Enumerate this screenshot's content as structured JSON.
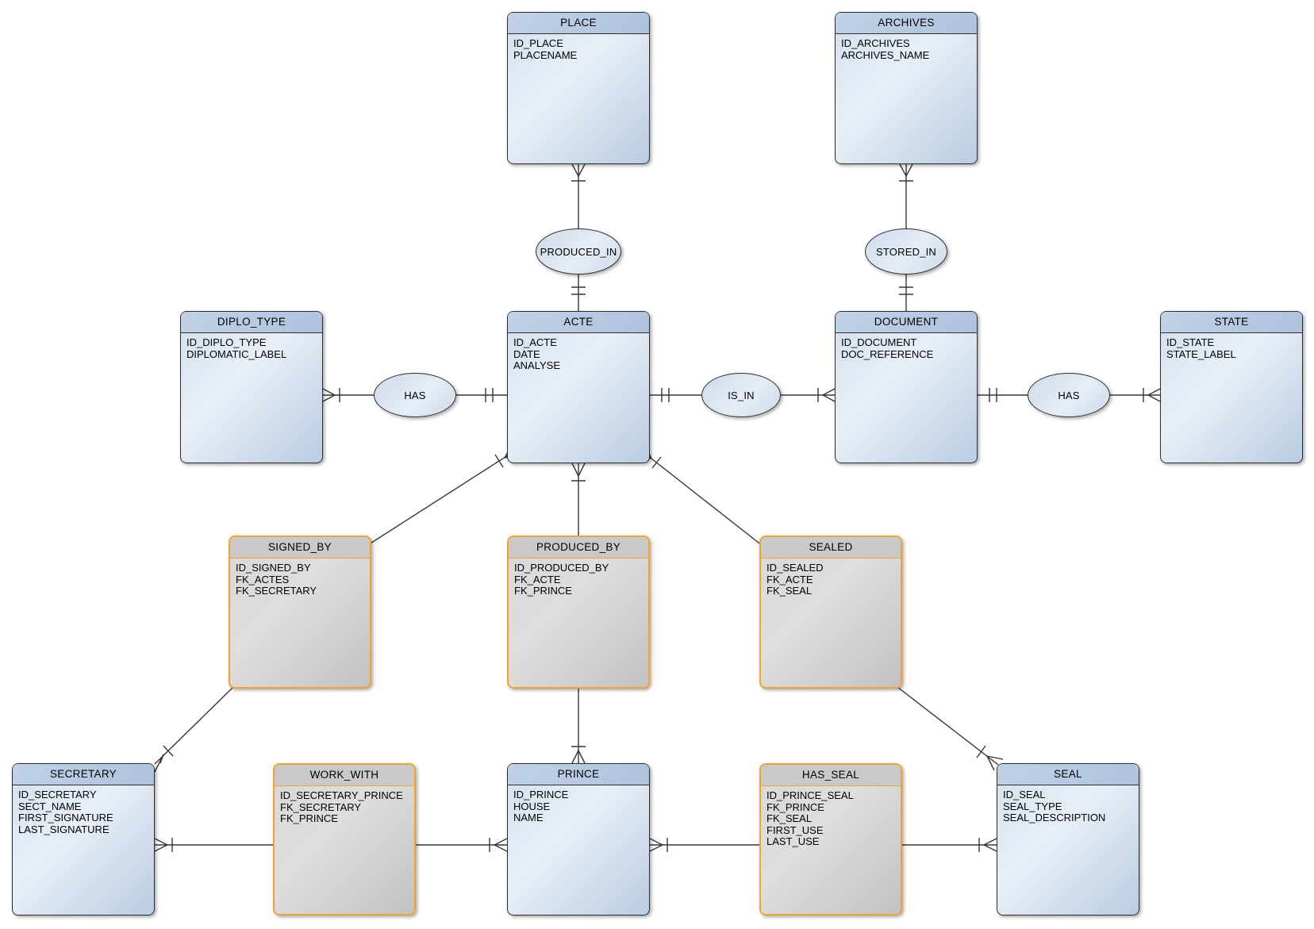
{
  "entities": {
    "place": {
      "title": "PLACE",
      "attrs": [
        "ID_PLACE",
        "PLACENAME"
      ]
    },
    "archives": {
      "title": "ARCHIVES",
      "attrs": [
        "ID_ARCHIVES",
        "ARCHIVES_NAME"
      ]
    },
    "diplo_type": {
      "title": "DIPLO_TYPE",
      "attrs": [
        "ID_DIPLO_TYPE",
        "DIPLOMATIC_LABEL"
      ]
    },
    "acte": {
      "title": "ACTE",
      "attrs": [
        "ID_ACTE",
        "DATE",
        "ANALYSE"
      ]
    },
    "document": {
      "title": "DOCUMENT",
      "attrs": [
        "ID_DOCUMENT",
        "DOC_REFERENCE"
      ]
    },
    "state": {
      "title": "STATE",
      "attrs": [
        "ID_STATE",
        "STATE_LABEL"
      ]
    },
    "signed_by": {
      "title": "SIGNED_BY",
      "attrs": [
        "ID_SIGNED_BY",
        "FK_ACTES",
        "FK_SECRETARY"
      ]
    },
    "produced_by": {
      "title": "PRODUCED_BY",
      "attrs": [
        "ID_PRODUCED_BY",
        "FK_ACTE",
        "FK_PRINCE"
      ]
    },
    "sealed": {
      "title": "SEALED",
      "attrs": [
        "ID_SEALED",
        "FK_ACTE",
        "FK_SEAL"
      ]
    },
    "secretary": {
      "title": "SECRETARY",
      "attrs": [
        "ID_SECRETARY",
        "SECT_NAME",
        "FIRST_SIGNATURE",
        "LAST_SIGNATURE"
      ]
    },
    "work_with": {
      "title": "WORK_WITH",
      "attrs": [
        "ID_SECRETARY_PRINCE",
        "FK_SECRETARY",
        "FK_PRINCE"
      ]
    },
    "prince": {
      "title": "PRINCE",
      "attrs": [
        "ID_PRINCE",
        "HOUSE",
        "NAME"
      ]
    },
    "has_seal": {
      "title": "HAS_SEAL",
      "attrs": [
        "ID_PRINCE_SEAL",
        "FK_PRINCE",
        "FK_SEAL",
        "FIRST_USE",
        "LAST_USE"
      ]
    },
    "seal": {
      "title": "SEAL",
      "attrs": [
        "ID_SEAL",
        "SEAL_TYPE",
        "SEAL_DESCRIPTION"
      ]
    }
  },
  "relationships": {
    "produced_in": {
      "label": "PRODUCED_IN"
    },
    "stored_in": {
      "label": "STORED_IN"
    },
    "has_diplo": {
      "label": "HAS"
    },
    "is_in": {
      "label": "IS_IN"
    },
    "has_state": {
      "label": "HAS"
    }
  },
  "colors": {
    "background": "#ffffff",
    "text": "#000000",
    "line": "#363636",
    "entity-border": "#2e2e2e",
    "entity-header-a": "#c1d2e7",
    "entity-header-b": "#adc2dc",
    "entity-body-a": "#d3dfee",
    "entity-body-b": "#e9eff7",
    "entity-body-c": "#b9cce2",
    "junction-border": "#f0a330",
    "junction-header": "#c9c9c9",
    "junction-body-a": "#d8d8d8",
    "junction-body-b": "#c2c2c2",
    "oval-a": "#cdd9ea",
    "oval-b": "#e6edf6"
  }
}
